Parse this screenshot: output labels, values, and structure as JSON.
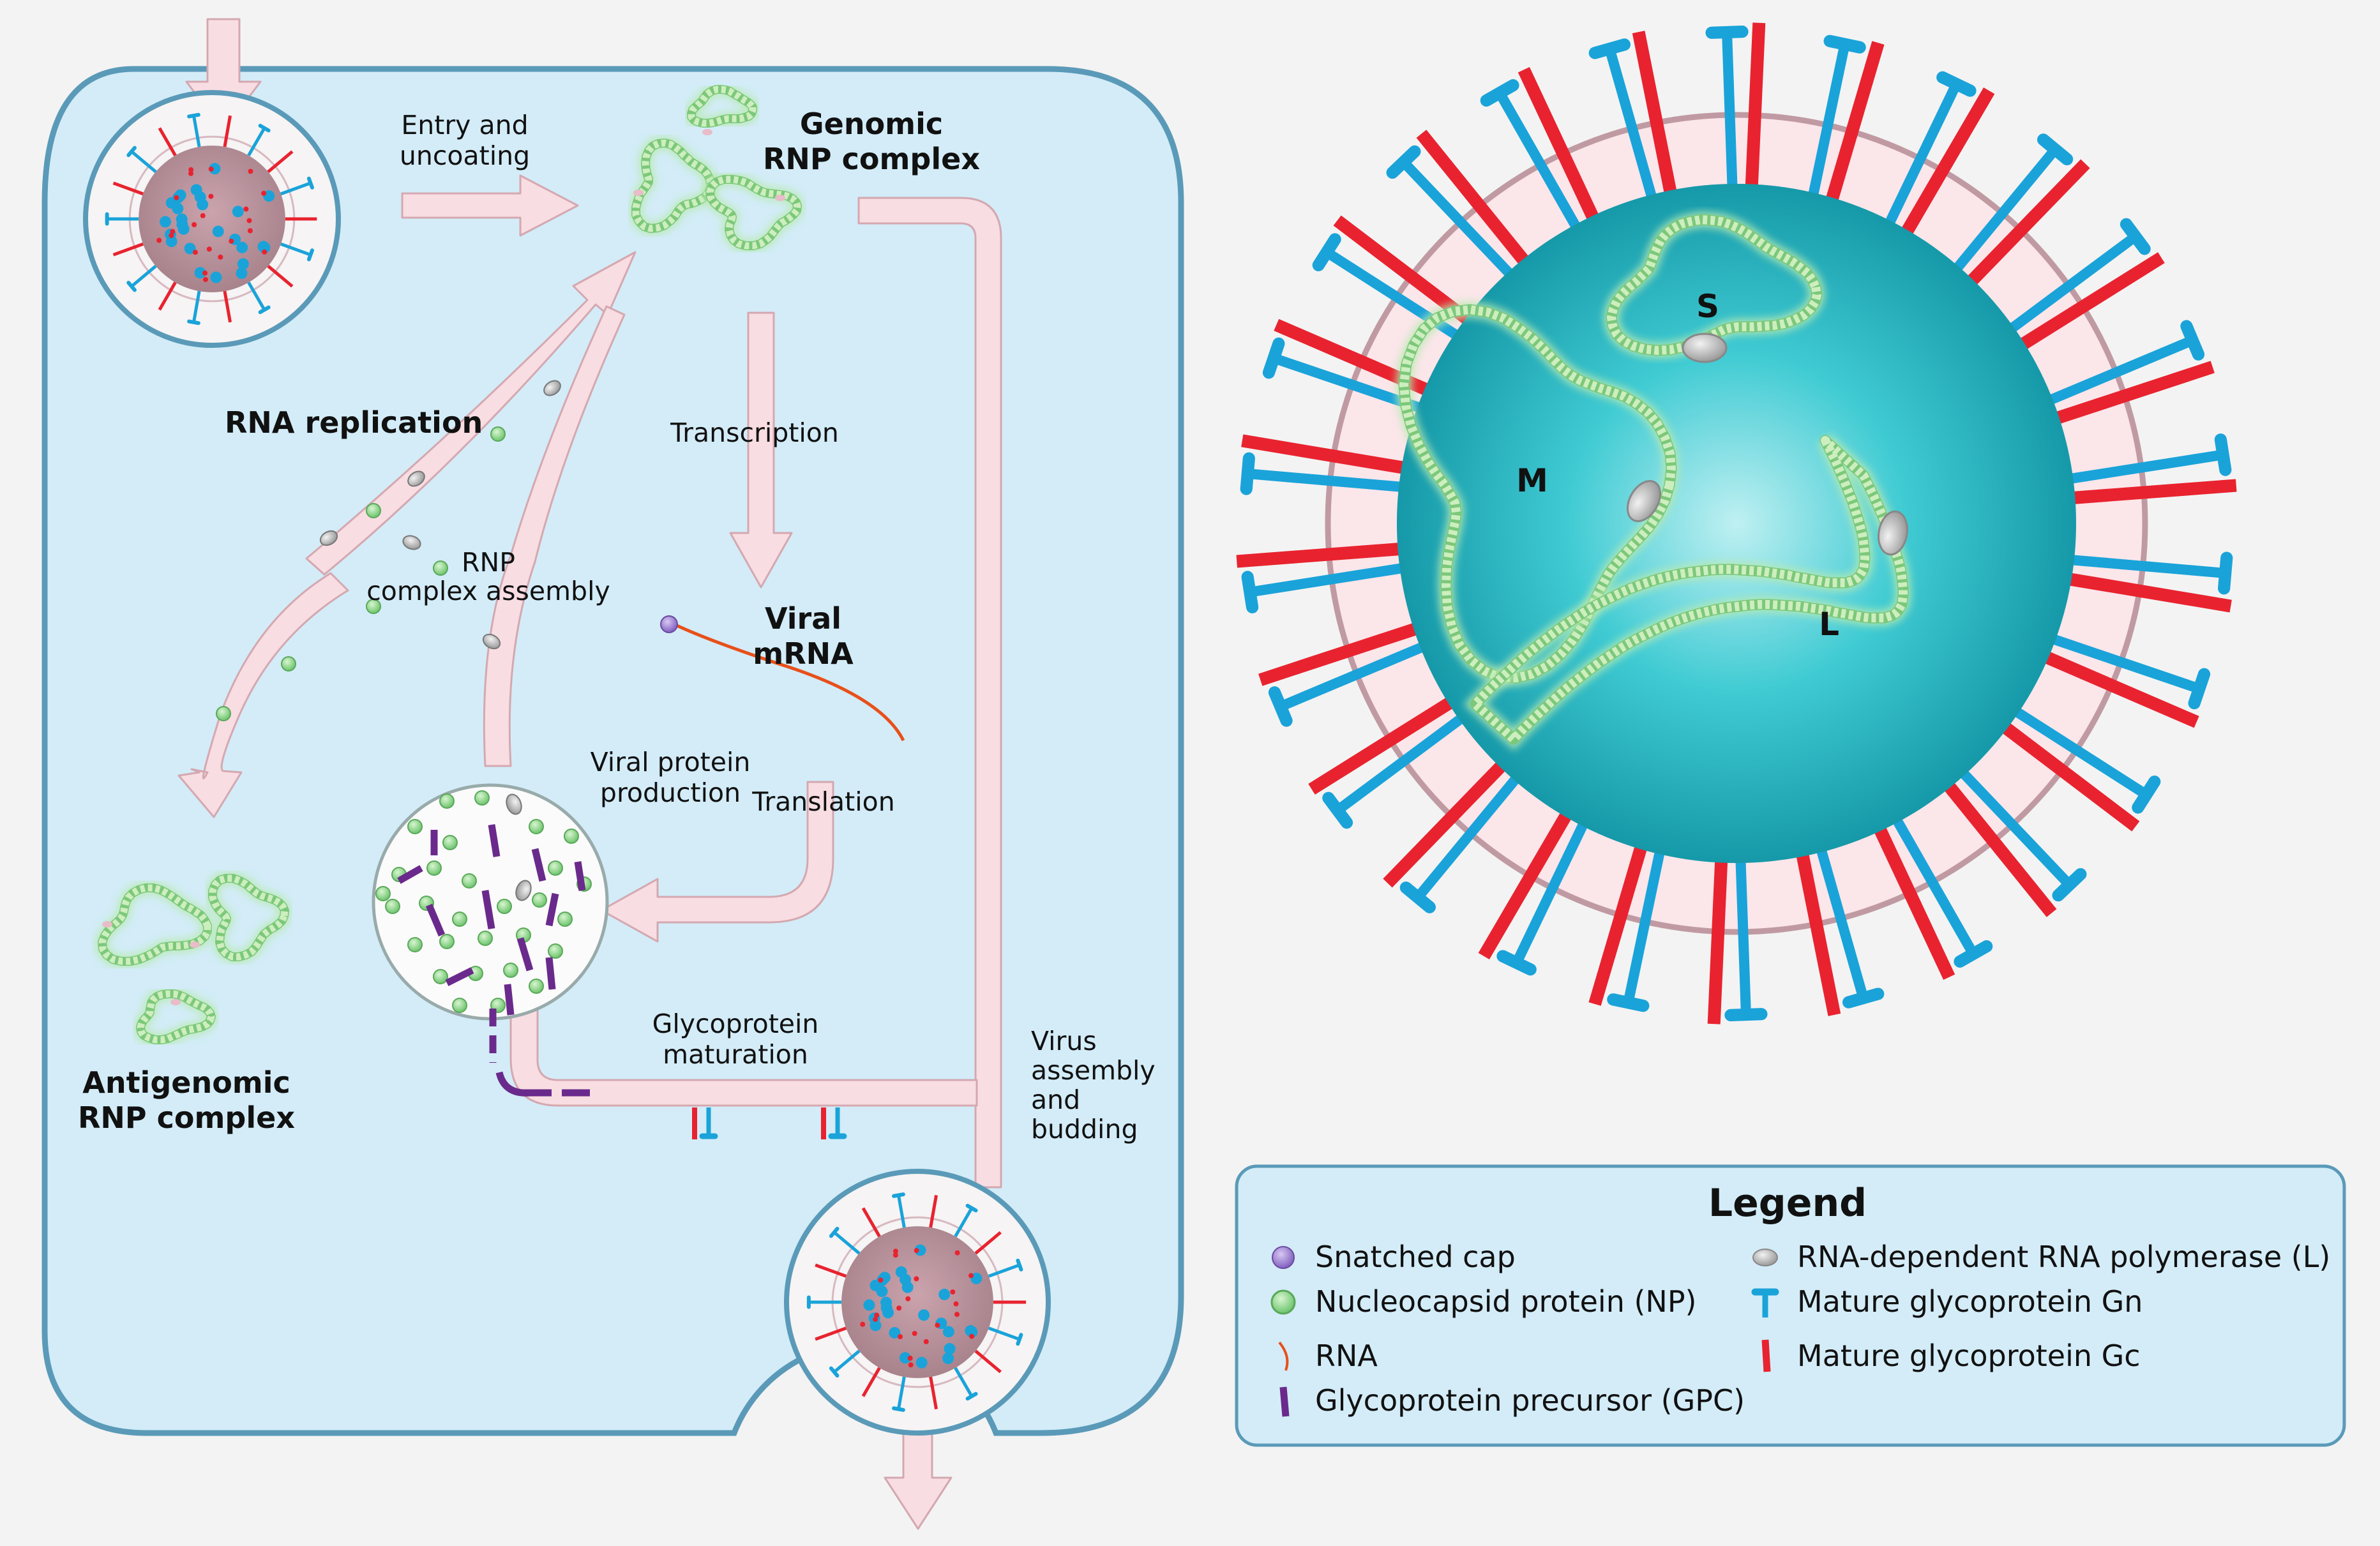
{
  "labels": {
    "entry_uncoating": [
      "Entry and",
      "uncoating"
    ],
    "genomic_rnp": [
      "Genomic",
      "RNP complex"
    ],
    "rna_replication": "RNA replication",
    "transcription": "Transcription",
    "rnp_assembly": [
      "RNP",
      "complex assembly"
    ],
    "viral_mrna": [
      "Viral",
      "mRNA"
    ],
    "viral_protein": [
      "Viral protein",
      "production"
    ],
    "translation": "Translation",
    "antigenomic_rnp": [
      "Antigenomic",
      "RNP complex"
    ],
    "glyco_maturation": [
      "Glycoprotein",
      "maturation"
    ],
    "virus_assembly": [
      "Virus",
      "assembly",
      "and",
      "budding"
    ]
  },
  "virion_segments": {
    "s": "S",
    "m": "M",
    "l": "L"
  },
  "legend": {
    "title": "Legend",
    "items": [
      {
        "icon": "snatched-cap-icon",
        "label": "Snatched cap"
      },
      {
        "icon": "nucleocapsid-icon",
        "label": "Nucleocapsid protein (NP)"
      },
      {
        "icon": "rna-icon",
        "label": "RNA"
      },
      {
        "icon": "gpc-icon",
        "label": "Glycoprotein precursor (GPC)"
      },
      {
        "icon": "polymerase-icon",
        "label": "RNA-dependent RNA polymerase (L)"
      },
      {
        "icon": "gn-icon",
        "label": "Mature glycoprotein Gn"
      },
      {
        "icon": "gc-icon",
        "label": "Mature glycoprotein Gc"
      }
    ]
  },
  "colors": {
    "cell": "#d3ecf8",
    "cell_border": "#5a9ab8",
    "arrow": "#f8dde2",
    "arrow_border": "#d4a8b0",
    "np": "#8fd68f",
    "gn": "#1aa3d9",
    "gc": "#e8232f",
    "gpc": "#6a2a8c",
    "cap": "#9a7ad0",
    "rna": "#e8501a",
    "core": "#2bbcc8"
  }
}
